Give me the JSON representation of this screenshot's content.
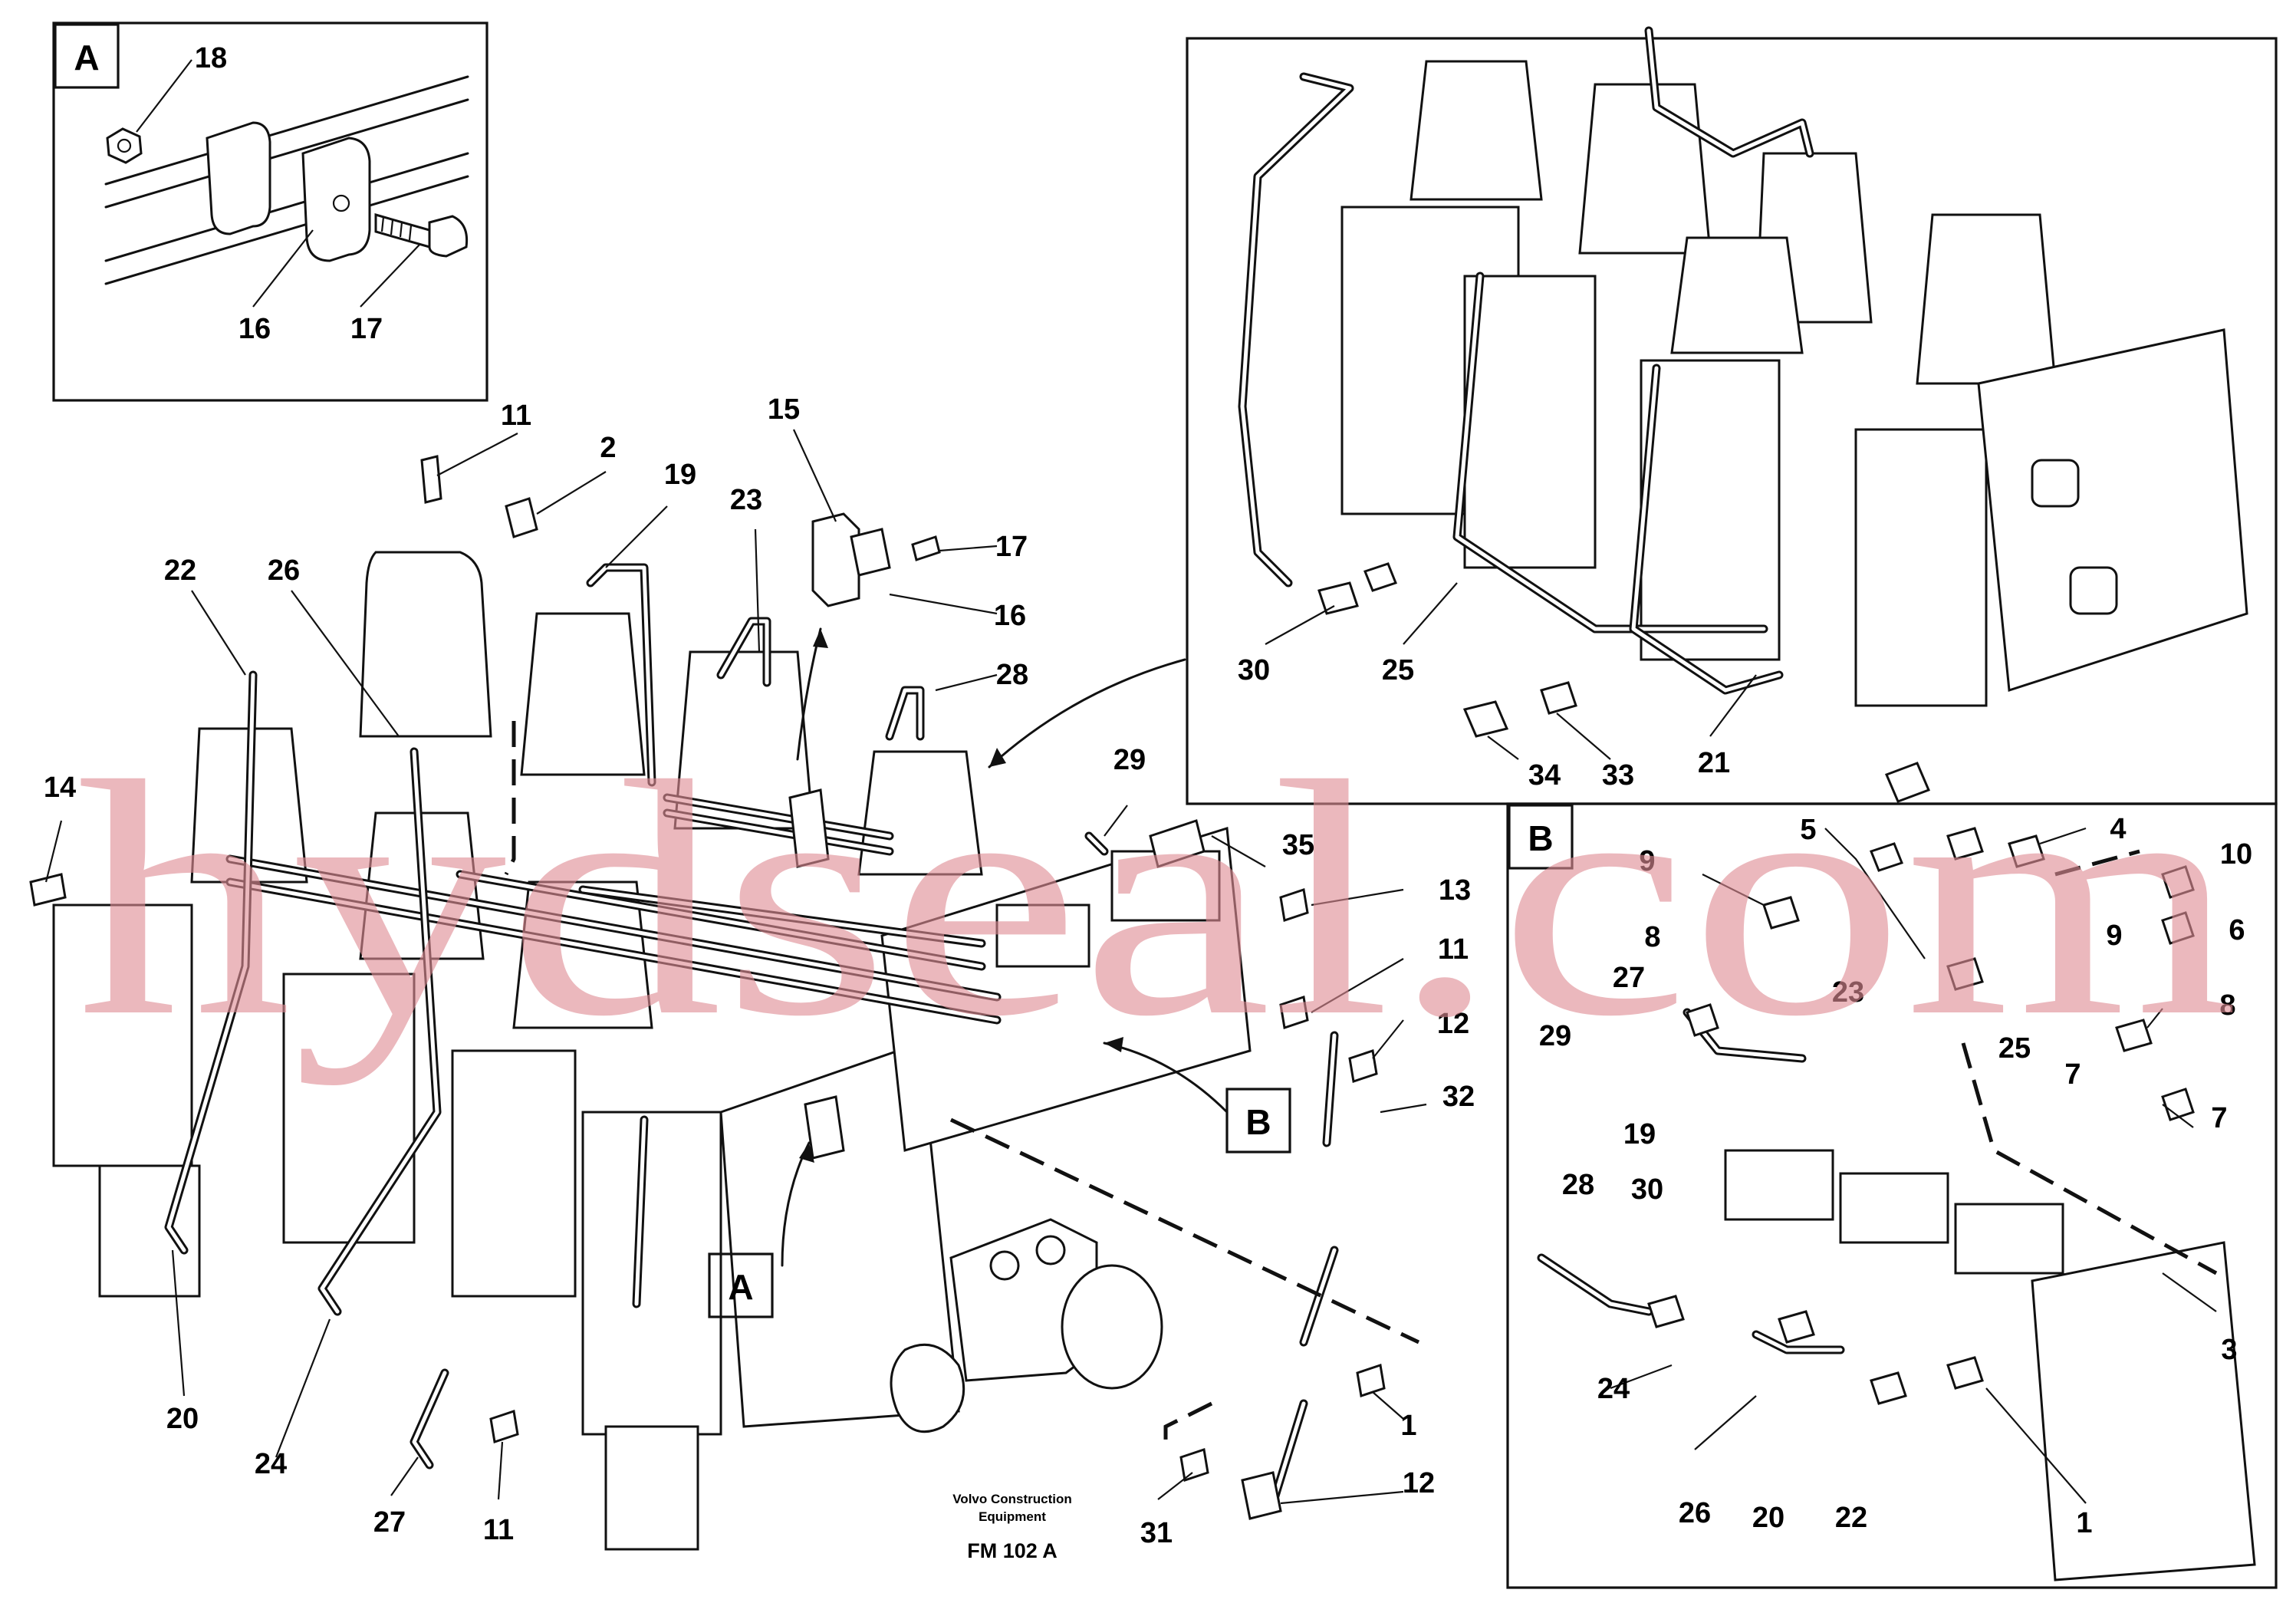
{
  "insets": {
    "a": {
      "letter": "A"
    },
    "b": {
      "letter": "B"
    }
  },
  "callouts": {
    "main": {
      "a": "A",
      "b": "B"
    }
  },
  "caption": {
    "line1": "Volvo Construction",
    "line2": "Equipment",
    "code": "FM 102 A"
  },
  "watermark": {
    "text": "hydseal.com"
  },
  "labels": {
    "inset_a": [
      "18",
      "16",
      "17"
    ],
    "main": [
      "11",
      "2",
      "19",
      "15",
      "23",
      "17",
      "22",
      "26",
      "16",
      "28",
      "14",
      "29",
      "35",
      "13",
      "11",
      "12",
      "32",
      "20",
      "24",
      "27",
      "11",
      "1",
      "12",
      "31"
    ],
    "inset_top": [
      "30",
      "25",
      "34",
      "33",
      "21"
    ],
    "inset_b": [
      "5",
      "4",
      "9",
      "10",
      "8",
      "6",
      "27",
      "23",
      "9",
      "29",
      "25",
      "8",
      "19",
      "7",
      "7",
      "28",
      "30",
      "3",
      "24",
      "26",
      "20",
      "22",
      "1"
    ]
  },
  "colors": {
    "line": "#111111",
    "background": "#ffffff",
    "watermark": "#de8c94"
  }
}
